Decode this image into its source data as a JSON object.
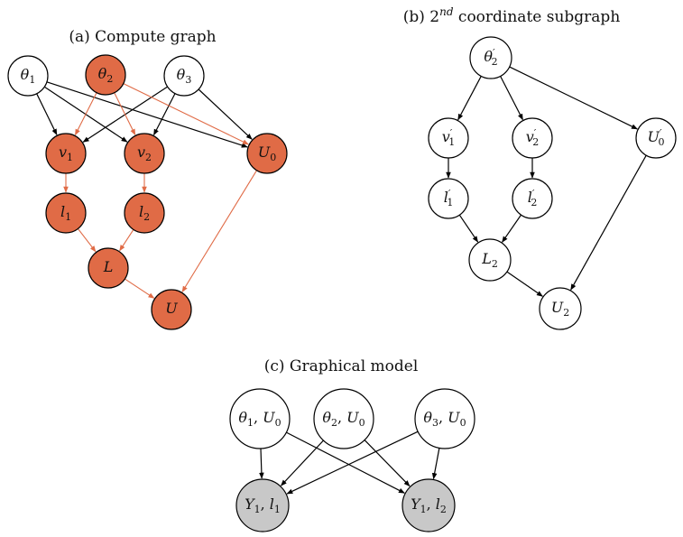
{
  "colors": {
    "active_fill": "#E06B46",
    "active_edge": "#E06B46",
    "observed_fill": "#C8C8C8",
    "plain_fill": "#FFFFFF",
    "stroke": "#000000"
  },
  "panels": [
    {
      "id": "a",
      "title": "(a) Compute graph",
      "nodes": [
        {
          "id": "theta1",
          "label": [
            {
              "t": "θ",
              "i": true
            },
            {
              "t": "1",
              "sub": true
            }
          ],
          "state": "plain"
        },
        {
          "id": "theta2",
          "label": [
            {
              "t": "θ",
              "i": true
            },
            {
              "t": "2",
              "sub": true
            }
          ],
          "state": "active"
        },
        {
          "id": "theta3",
          "label": [
            {
              "t": "θ",
              "i": true
            },
            {
              "t": "3",
              "sub": true
            }
          ],
          "state": "plain"
        },
        {
          "id": "v1",
          "label": [
            {
              "t": "v",
              "i": true
            },
            {
              "t": "1",
              "sub": true
            }
          ],
          "state": "active"
        },
        {
          "id": "v2",
          "label": [
            {
              "t": "v",
              "i": true
            },
            {
              "t": "2",
              "sub": true
            }
          ],
          "state": "active"
        },
        {
          "id": "U0",
          "label": [
            {
              "t": "U",
              "i": true
            },
            {
              "t": "0",
              "sub": true
            }
          ],
          "state": "active"
        },
        {
          "id": "l1",
          "label": [
            {
              "t": "l",
              "i": true
            },
            {
              "t": "1",
              "sub": true
            }
          ],
          "state": "active"
        },
        {
          "id": "l2",
          "label": [
            {
              "t": "l",
              "i": true
            },
            {
              "t": "2",
              "sub": true
            }
          ],
          "state": "active"
        },
        {
          "id": "L",
          "label": [
            {
              "t": "L",
              "i": true
            }
          ],
          "state": "active"
        },
        {
          "id": "U",
          "label": [
            {
              "t": "U",
              "i": true
            }
          ],
          "state": "active"
        }
      ],
      "edges": [
        {
          "from": "theta1",
          "to": "v1",
          "active": false
        },
        {
          "from": "theta1",
          "to": "v2",
          "active": false
        },
        {
          "from": "theta1",
          "to": "U0",
          "active": false
        },
        {
          "from": "theta3",
          "to": "v1",
          "active": false
        },
        {
          "from": "theta3",
          "to": "v2",
          "active": false
        },
        {
          "from": "theta3",
          "to": "U0",
          "active": false
        },
        {
          "from": "theta2",
          "to": "v1",
          "active": true
        },
        {
          "from": "theta2",
          "to": "v2",
          "active": true
        },
        {
          "from": "theta2",
          "to": "U0",
          "active": true
        },
        {
          "from": "v1",
          "to": "l1",
          "active": true
        },
        {
          "from": "v2",
          "to": "l2",
          "active": true
        },
        {
          "from": "l1",
          "to": "L",
          "active": true
        },
        {
          "from": "l2",
          "to": "L",
          "active": true
        },
        {
          "from": "L",
          "to": "U",
          "active": true
        },
        {
          "from": "U0",
          "to": "U",
          "active": true
        }
      ]
    },
    {
      "id": "b",
      "title_parts": [
        {
          "t": "(b) 2"
        },
        {
          "t": "nd",
          "sup": true,
          "i": true
        },
        {
          "t": " coordinate subgraph"
        }
      ],
      "nodes": [
        {
          "id": "theta2p",
          "label": [
            {
              "t": "θ",
              "i": true
            },
            {
              "t": "′",
              "up": true
            },
            {
              "t": "2",
              "sub": true
            }
          ],
          "state": "plain"
        },
        {
          "id": "v1p",
          "label": [
            {
              "t": "v",
              "i": true
            },
            {
              "t": "′",
              "up": true
            },
            {
              "t": "1",
              "sub": true
            }
          ],
          "state": "plain"
        },
        {
          "id": "v2p",
          "label": [
            {
              "t": "v",
              "i": true
            },
            {
              "t": "′",
              "up": true
            },
            {
              "t": "2",
              "sub": true
            }
          ],
          "state": "plain"
        },
        {
          "id": "U0p",
          "label": [
            {
              "t": "U",
              "i": true
            },
            {
              "t": "′",
              "up": true
            },
            {
              "t": "0",
              "sub": true
            }
          ],
          "state": "plain"
        },
        {
          "id": "l1p",
          "label": [
            {
              "t": "l",
              "i": true
            },
            {
              "t": "′",
              "up": true
            },
            {
              "t": "1",
              "sub": true
            }
          ],
          "state": "plain"
        },
        {
          "id": "l2p",
          "label": [
            {
              "t": "l",
              "i": true
            },
            {
              "t": "′",
              "up": true
            },
            {
              "t": "2",
              "sub": true
            }
          ],
          "state": "plain"
        },
        {
          "id": "L2",
          "label": [
            {
              "t": "L",
              "i": true
            },
            {
              "t": "2",
              "sub": true
            }
          ],
          "state": "plain"
        },
        {
          "id": "U2",
          "label": [
            {
              "t": "U",
              "i": true
            },
            {
              "t": "2",
              "sub": true
            }
          ],
          "state": "plain"
        }
      ],
      "edges": [
        {
          "from": "theta2p",
          "to": "v1p",
          "active": false
        },
        {
          "from": "theta2p",
          "to": "v2p",
          "active": false
        },
        {
          "from": "theta2p",
          "to": "U0p",
          "active": false
        },
        {
          "from": "v1p",
          "to": "l1p",
          "active": false
        },
        {
          "from": "v2p",
          "to": "l2p",
          "active": false
        },
        {
          "from": "l1p",
          "to": "L2",
          "active": false
        },
        {
          "from": "l2p",
          "to": "L2",
          "active": false
        },
        {
          "from": "L2",
          "to": "U2",
          "active": false
        },
        {
          "from": "U0p",
          "to": "U2",
          "active": false
        }
      ]
    },
    {
      "id": "c",
      "title": "(c) Graphical model",
      "nodes": [
        {
          "id": "g1",
          "label": [
            {
              "t": "θ",
              "i": true
            },
            {
              "t": "1",
              "sub": true
            },
            {
              "t": ", ",
              "rm": true
            },
            {
              "t": "U",
              "i": true
            },
            {
              "t": "0",
              "sub": true
            }
          ],
          "state": "plain"
        },
        {
          "id": "g2",
          "label": [
            {
              "t": "θ",
              "i": true
            },
            {
              "t": "2",
              "sub": true
            },
            {
              "t": ", ",
              "rm": true
            },
            {
              "t": "U",
              "i": true
            },
            {
              "t": "0",
              "sub": true
            }
          ],
          "state": "plain"
        },
        {
          "id": "g3",
          "label": [
            {
              "t": "θ",
              "i": true
            },
            {
              "t": "3",
              "sub": true
            },
            {
              "t": ", ",
              "rm": true
            },
            {
              "t": "U",
              "i": true
            },
            {
              "t": "0",
              "sub": true
            }
          ],
          "state": "plain"
        },
        {
          "id": "y1",
          "label": [
            {
              "t": "Y",
              "i": true
            },
            {
              "t": "1",
              "sub": true
            },
            {
              "t": ", ",
              "rm": true
            },
            {
              "t": "l",
              "i": true
            },
            {
              "t": "1",
              "sub": true
            }
          ],
          "state": "observed"
        },
        {
          "id": "y2",
          "label": [
            {
              "t": "Y",
              "i": true
            },
            {
              "t": "1",
              "sub": true
            },
            {
              "t": ", ",
              "rm": true
            },
            {
              "t": "l",
              "i": true
            },
            {
              "t": "2",
              "sub": true
            }
          ],
          "state": "observed"
        }
      ],
      "edges": [
        {
          "from": "g1",
          "to": "y1",
          "active": false
        },
        {
          "from": "g1",
          "to": "y2",
          "active": false
        },
        {
          "from": "g2",
          "to": "y1",
          "active": false
        },
        {
          "from": "g2",
          "to": "y2",
          "active": false
        },
        {
          "from": "g3",
          "to": "y1",
          "active": false
        },
        {
          "from": "g3",
          "to": "y2",
          "active": false
        }
      ]
    }
  ]
}
